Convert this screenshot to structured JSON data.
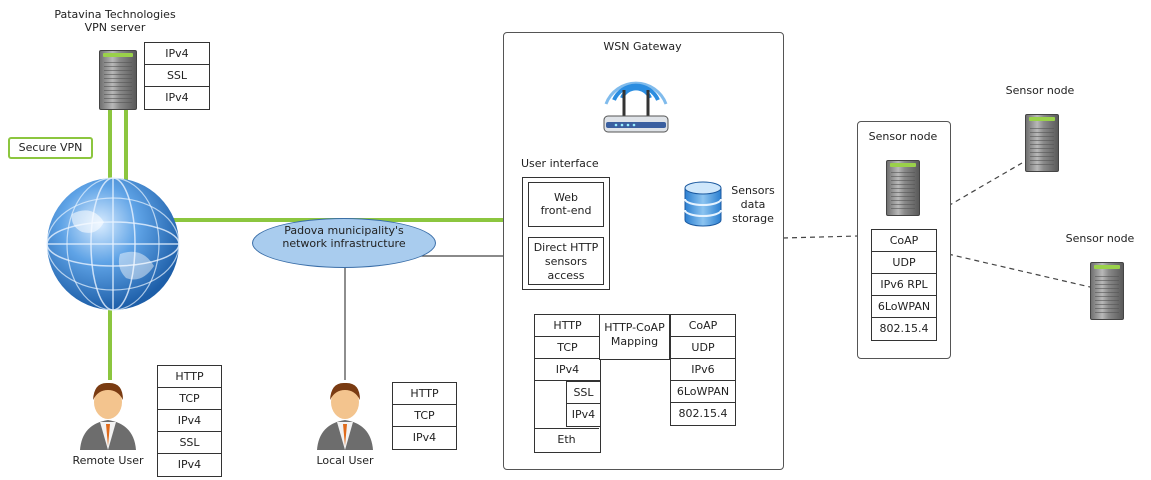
{
  "vpn_server": {
    "label_line1": "Patavina Technologies",
    "label_line2": "VPN server",
    "stack": [
      "IPv4",
      "SSL",
      "IPv4"
    ]
  },
  "secure_vpn": "Secure VPN",
  "municipality": {
    "line1": "Padova municipality's",
    "line2": "network infrastructure"
  },
  "remote_user": {
    "label": "Remote User",
    "stack": [
      "HTTP",
      "TCP",
      "IPv4",
      "SSL",
      "IPv4"
    ]
  },
  "local_user": {
    "label": "Local User",
    "stack": [
      "HTTP",
      "TCP",
      "IPv4"
    ]
  },
  "gateway": {
    "title": "WSN Gateway",
    "user_interface": "User interface",
    "web_frontend": {
      "line1": "Web",
      "line2": "front-end"
    },
    "direct_http": {
      "line1": "Direct HTTP",
      "line2": "sensors",
      "line3": "access"
    },
    "storage": {
      "line1": "Sensors",
      "line2": "data",
      "line3": "storage"
    },
    "left_stack": [
      "HTTP",
      "TCP",
      "IPv4"
    ],
    "left_sub": [
      "SSL",
      "IPv4"
    ],
    "left_bottom": "Eth",
    "mapping": {
      "line1": "HTTP-CoAP",
      "line2": "Mapping"
    },
    "right_stack": [
      "CoAP",
      "UDP",
      "IPv6",
      "6LoWPAN",
      "802.15.4"
    ]
  },
  "sensor_main": {
    "label": "Sensor node",
    "stack": [
      "CoAP",
      "UDP",
      "IPv6 RPL",
      "6LoWPAN",
      "802.15.4"
    ]
  },
  "sensor_top": {
    "label": "Sensor node"
  },
  "sensor_right": {
    "label": "Sensor node"
  },
  "colors": {
    "vpn_green": "#8cc63f",
    "cloud_blue": "#a9ccee",
    "globe_blue": "#2a74c4"
  }
}
